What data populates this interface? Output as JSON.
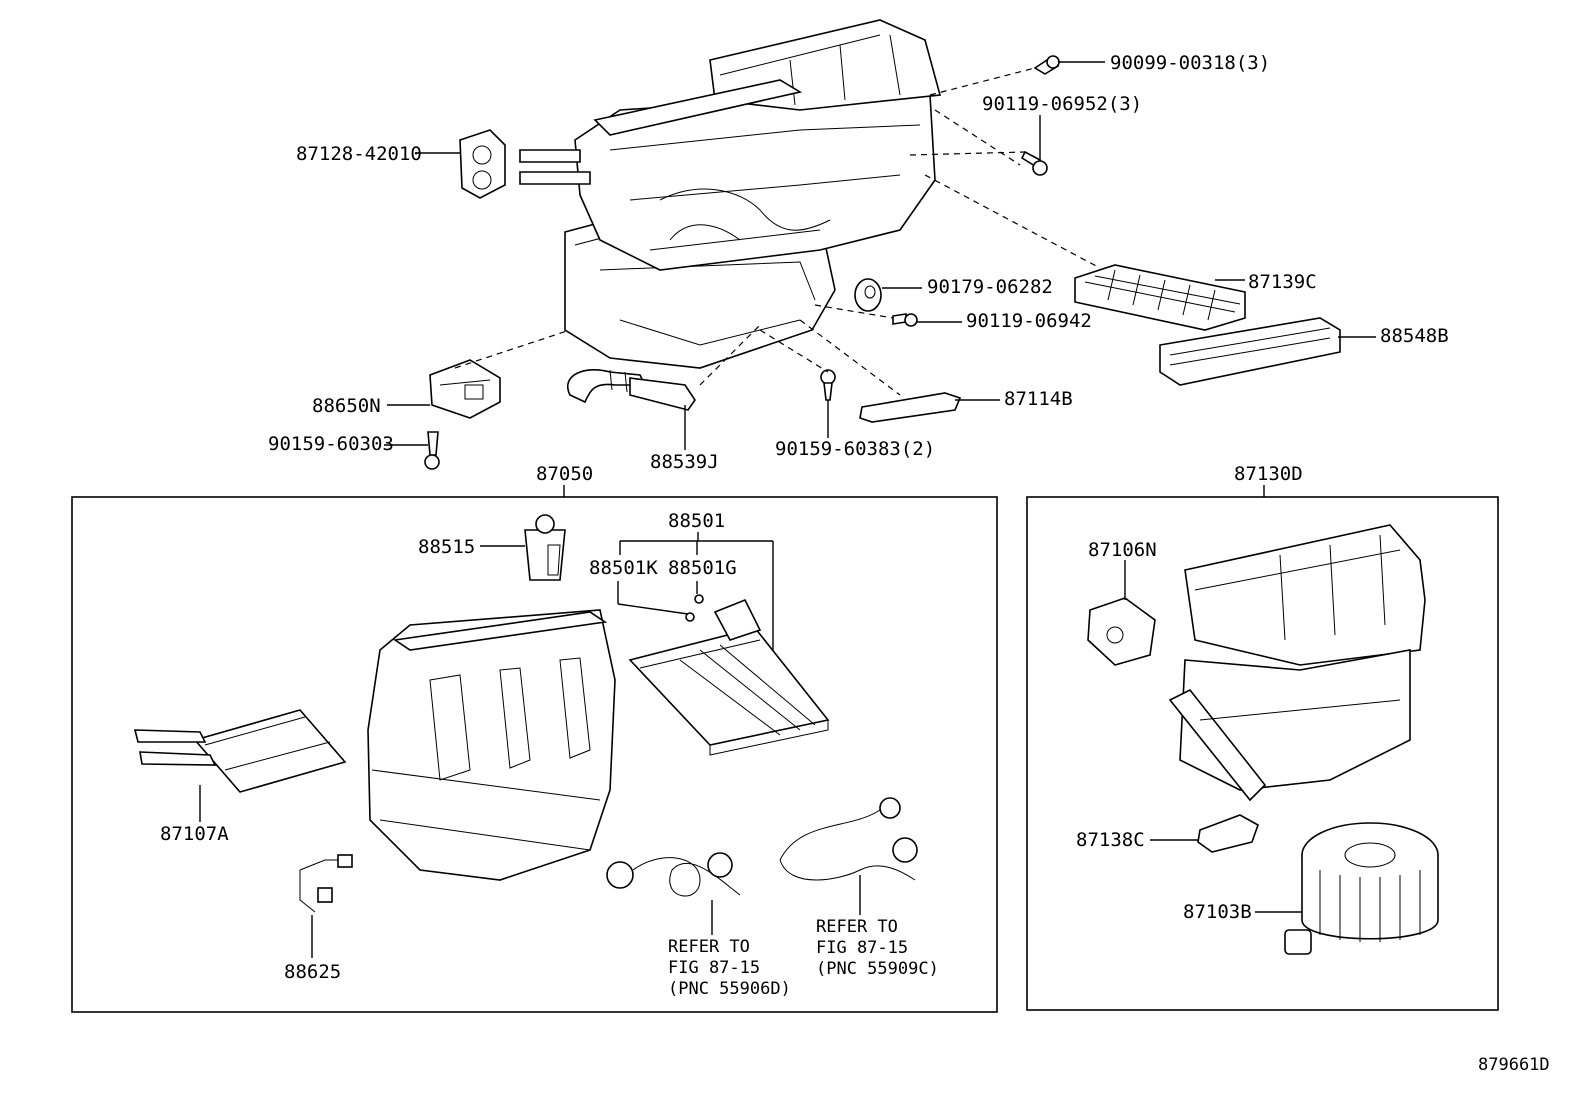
{
  "labels": {
    "p87128": "87128-42010",
    "p90099": "90099-00318(3)",
    "p90119a": "90119-06952(3)",
    "p90179": "90179-06282",
    "p87139c": "87139C",
    "p90119b": "90119-06942",
    "p88548b": "88548B",
    "p88650n": "88650N",
    "p87114b": "87114B",
    "p90159a": "90159-60303",
    "p88539j": "88539J",
    "p90159b": "90159-60383(2)",
    "p87050": "87050",
    "p87130d": "87130D",
    "p88501": "88501",
    "p88515": "88515",
    "p88501k": "88501K",
    "p88501g": "88501G",
    "p87106n": "87106N",
    "p87107a": "87107A",
    "p87138c": "87138C",
    "p87103b": "87103B",
    "p88625": "88625"
  },
  "refer_left": {
    "line1": "REFER TO",
    "line2": "FIG 87-15",
    "line3": "(PNC 55906D)"
  },
  "refer_right": {
    "line1": "REFER TO",
    "line2": "FIG 87-15",
    "line3": "(PNC 55909C)"
  },
  "figure_id": "879661D"
}
